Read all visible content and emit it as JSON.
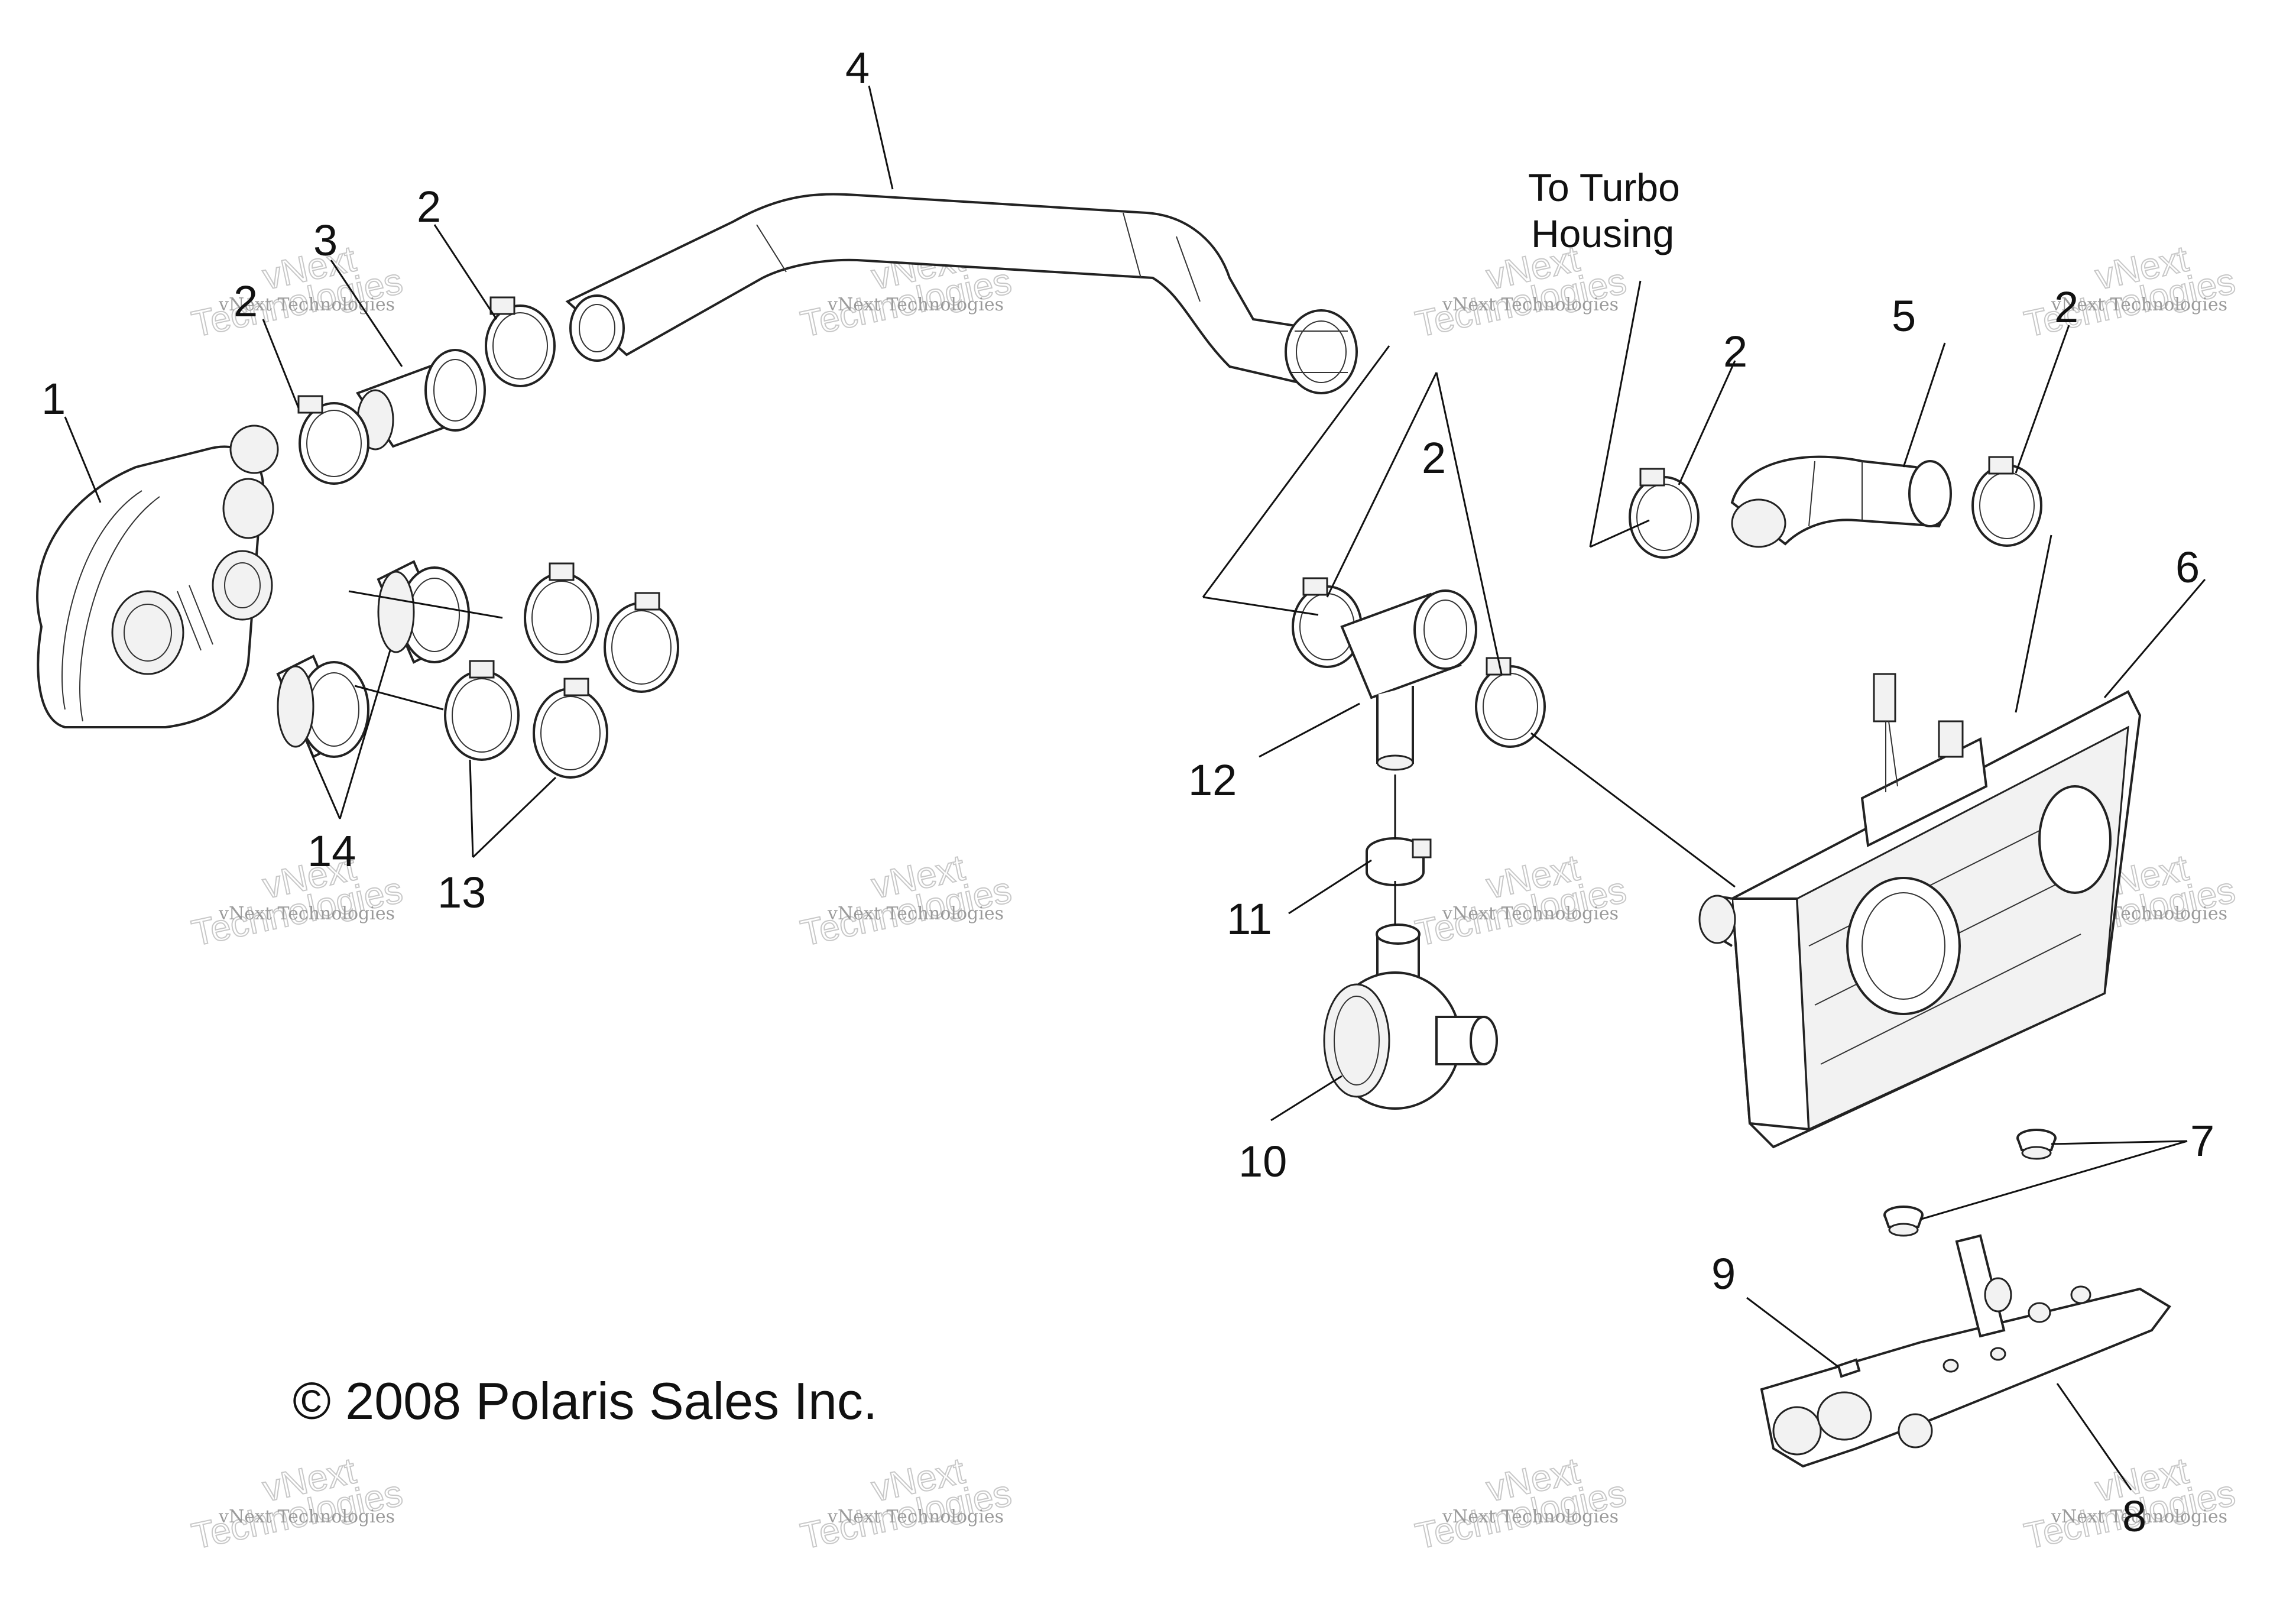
{
  "callouts": [
    "1",
    "2",
    "2",
    "3",
    "2",
    "4",
    "2",
    "2",
    "5",
    "2",
    "6",
    "7",
    "8",
    "9",
    "10",
    "11",
    "12",
    "13",
    "14"
  ],
  "note_lines": [
    "To Turbo",
    "Housing"
  ],
  "copyright": "© 2008 Polaris Sales Inc.",
  "watermark": {
    "line1": "vNext Technologies",
    "line2": "Technologies",
    "line3": "vNext"
  }
}
